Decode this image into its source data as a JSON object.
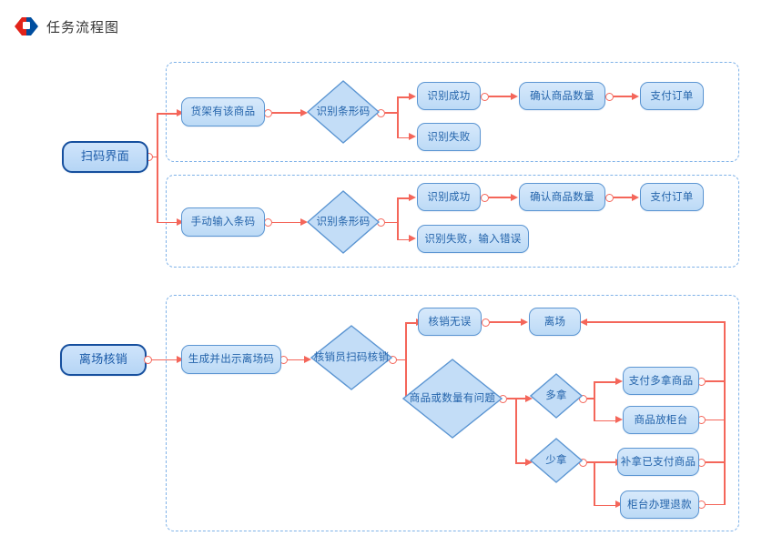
{
  "header": {
    "brand_icon": "carrefour-logo",
    "title": "任务流程图",
    "brand_red": "#e2231a",
    "brand_blue": "#004e9f"
  },
  "theme": {
    "node_fill_top": "#d7e9fb",
    "node_fill_bottom": "#bcdaf6",
    "node_border": "#5b95d2",
    "node_text": "#2464ab",
    "start_border": "#164f9e",
    "connector": "#f4665a",
    "group_border": "#7fb2e8"
  },
  "flow": {
    "groups": [
      {
        "name": "scan-success-group"
      },
      {
        "name": "manual-input-group"
      },
      {
        "name": "checkout-verify-group"
      }
    ],
    "start_nodes": [
      {
        "id": "scan-ui",
        "label": "扫码界面"
      },
      {
        "id": "exit-verify",
        "label": "离场核销"
      }
    ],
    "row1": [
      {
        "id": "shelf-has-item",
        "label": "货架有该商品",
        "shape": "rect"
      },
      {
        "id": "scan-barcode-1",
        "label": "识别条形码",
        "shape": "diamond"
      },
      {
        "id": "scan-ok-1",
        "label": "识别成功",
        "shape": "rect"
      },
      {
        "id": "confirm-qty-1",
        "label": "确认商品数量",
        "shape": "rect"
      },
      {
        "id": "pay-order-1",
        "label": "支付订单",
        "shape": "rect"
      },
      {
        "id": "scan-fail-1",
        "label": "识别失败",
        "shape": "rect"
      }
    ],
    "row2": [
      {
        "id": "manual-barcode",
        "label": "手动输入条码",
        "shape": "rect"
      },
      {
        "id": "scan-barcode-2",
        "label": "识别条形码",
        "shape": "diamond"
      },
      {
        "id": "scan-ok-2",
        "label": "识别成功",
        "shape": "rect"
      },
      {
        "id": "confirm-qty-2",
        "label": "确认商品数量",
        "shape": "rect"
      },
      {
        "id": "pay-order-2",
        "label": "支付订单",
        "shape": "rect"
      },
      {
        "id": "scan-fail-2",
        "label": "识别失败，输入错误",
        "shape": "rect"
      }
    ],
    "row3": [
      {
        "id": "generate-exit-code",
        "label": "生成并出示离场码",
        "shape": "rect"
      },
      {
        "id": "staff-scan-verify",
        "label": "核销员扫码核销",
        "shape": "diamond"
      },
      {
        "id": "verify-ok",
        "label": "核销无误",
        "shape": "rect"
      },
      {
        "id": "leave-store",
        "label": "离场",
        "shape": "rect"
      },
      {
        "id": "item-or-qty-issue",
        "label": "商品或数量有问题",
        "shape": "diamond"
      },
      {
        "id": "took-extra",
        "label": "多拿",
        "shape": "diamond"
      },
      {
        "id": "took-fewer",
        "label": "少拿",
        "shape": "diamond"
      },
      {
        "id": "pay-extra-items",
        "label": "支付多拿商品",
        "shape": "rect"
      },
      {
        "id": "put-back-counter",
        "label": "商品放柜台",
        "shape": "rect"
      },
      {
        "id": "fetch-paid-items",
        "label": "补拿已支付商品",
        "shape": "rect"
      },
      {
        "id": "counter-refund",
        "label": "柜台办理退款",
        "shape": "rect"
      }
    ]
  }
}
